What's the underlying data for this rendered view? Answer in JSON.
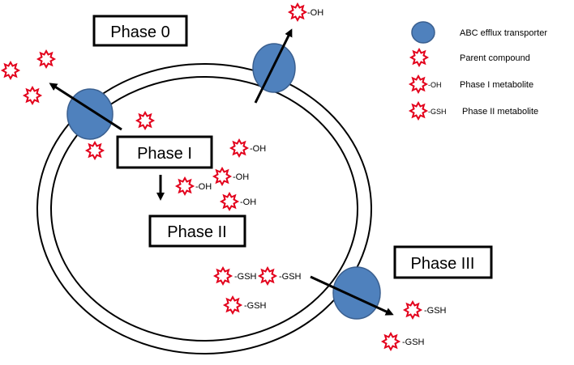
{
  "phases": {
    "phase0": "Phase 0",
    "phase1": "Phase I",
    "phase2": "Phase II",
    "phase3": "Phase III"
  },
  "legend": {
    "transporter": "ABC efflux transporter",
    "parent": "Parent compound",
    "phase1": "Phase I metabolite",
    "phase2": "Phase II metabolite",
    "oh_tag": "-OH",
    "gsh_tag": "-GSH"
  },
  "labels": {
    "oh": "-OH",
    "gsh": "-GSH"
  },
  "colors": {
    "transporter_fill": "#4f81bd",
    "transporter_stroke": "#3a5f8f",
    "compound_stroke": "#e3001b",
    "membrane": "#000000"
  },
  "icons": {
    "transporter": "blue-ellipse",
    "compound": "red-starburst",
    "arrow": "black-arrow"
  }
}
